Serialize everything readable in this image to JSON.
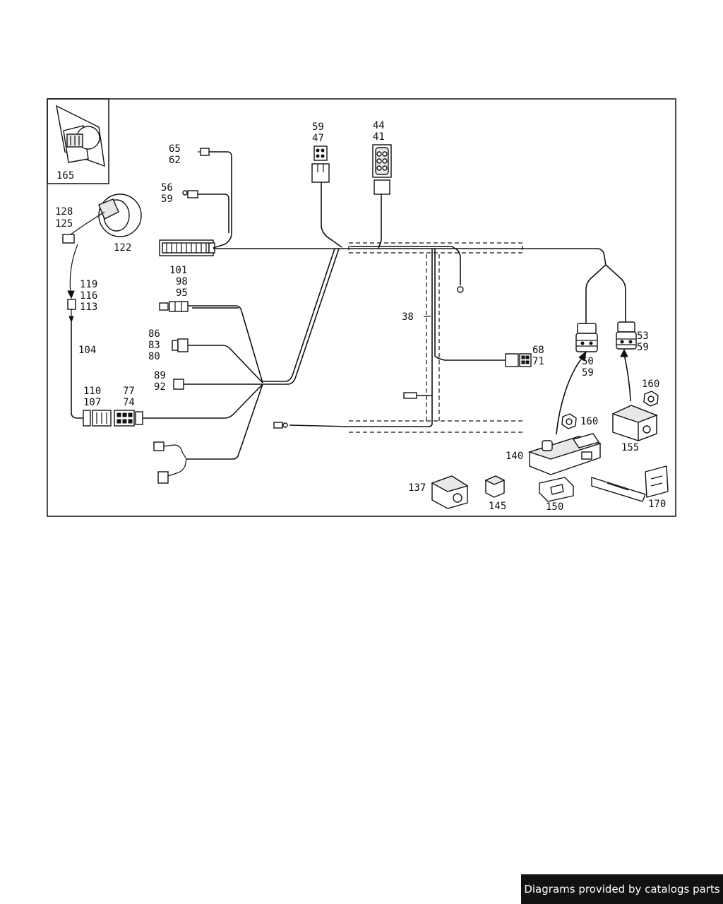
{
  "labels": {
    "p165": "165",
    "p128": "128",
    "p125": "125",
    "p122": "122",
    "p119": "119",
    "p116": "116",
    "p113": "113",
    "p104": "104",
    "p110": "110",
    "p107": "107",
    "p77": "77",
    "p74": "74",
    "p65": "65",
    "p62": "62",
    "p56": "56",
    "p59a": "59",
    "p101": "101",
    "p98": "98",
    "p95": "95",
    "p86": "86",
    "p83": "83",
    "p80": "80",
    "p89": "89",
    "p92": "92",
    "p59b": "59",
    "p47": "47",
    "p44": "44",
    "p41": "41",
    "p38": "38",
    "p68": "68",
    "p71": "71",
    "p53": "53",
    "p59c": "59",
    "p50": "50",
    "p59d": "59",
    "p160a": "160",
    "p160b": "160",
    "p155": "155",
    "p140": "140",
    "p137": "137",
    "p145": "145",
    "p150": "150",
    "p170": "170"
  },
  "footer": {
    "text": "Diagrams provided by catalogs parts"
  }
}
